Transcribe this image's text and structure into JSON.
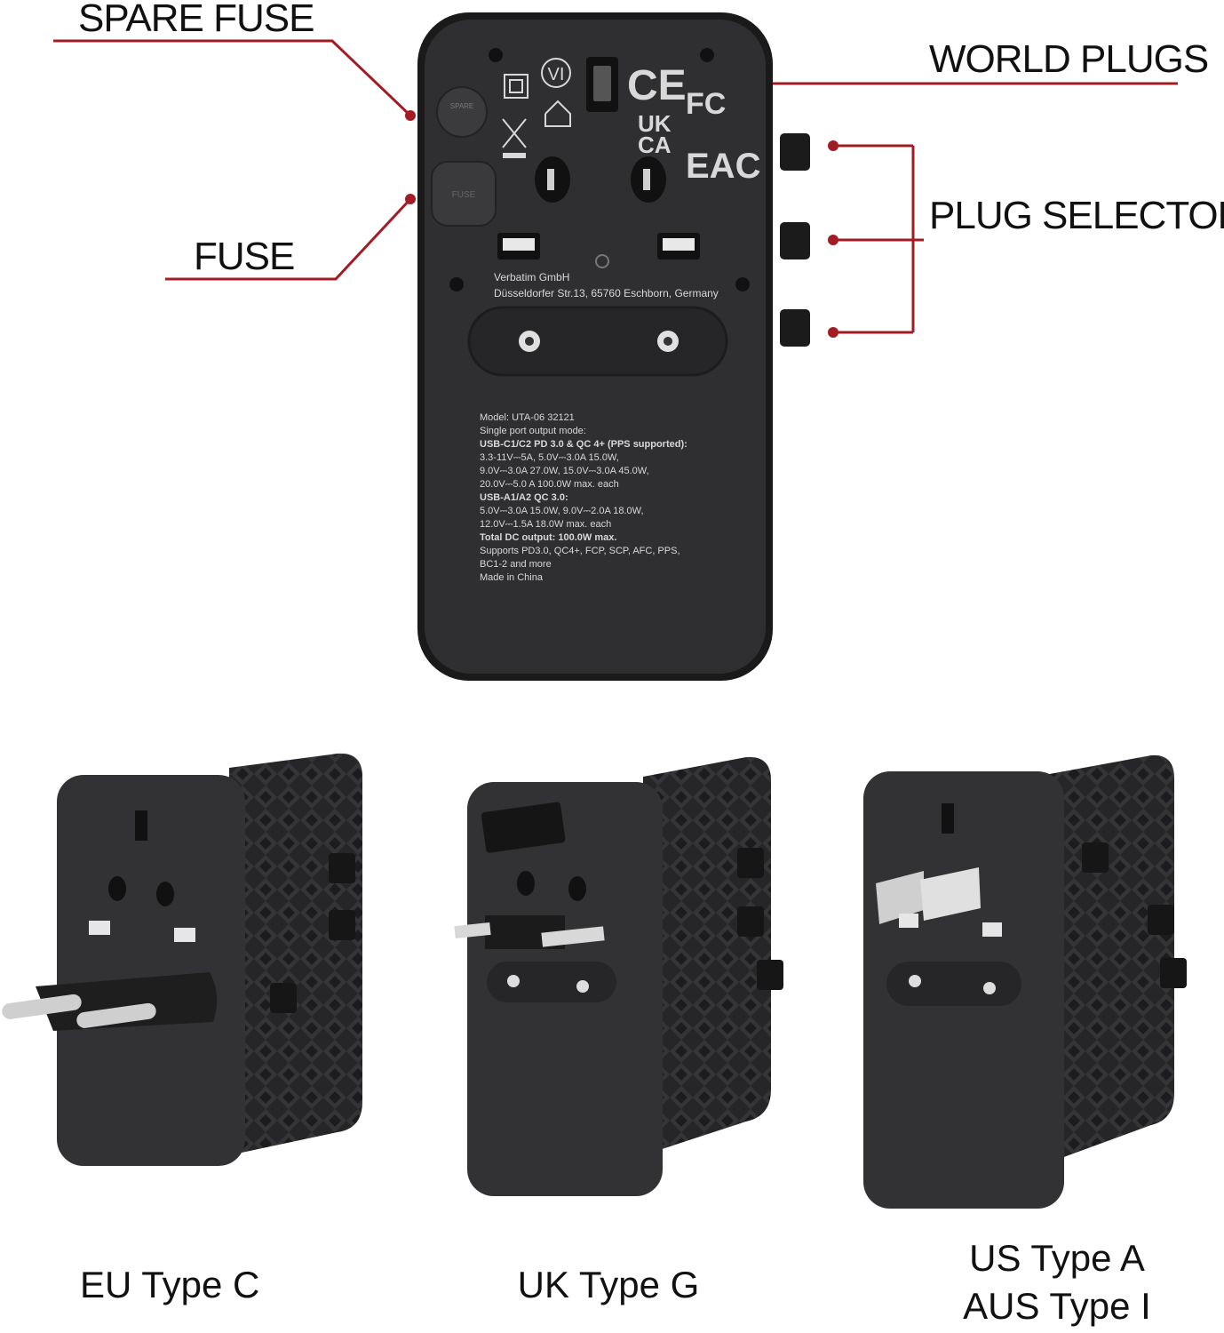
{
  "labels": {
    "spare_fuse": "SPARE FUSE",
    "fuse": "FUSE",
    "world_plugs": "WORLD PLUGS",
    "plug_selectors": "PLUG SELECTORS"
  },
  "accent_color": "#a31c24",
  "device": {
    "marks": {
      "vi": "VI",
      "ce": "CE",
      "fc": "FC",
      "ukca_top": "UK",
      "ukca_bottom": "CA",
      "eac": "EAC",
      "spare": "SPARE",
      "fuse": "FUSE"
    },
    "maker": "Verbatim GmbH",
    "address": "Düsseldorfer Str.13, 65760 Eschborn, Germany",
    "spec_lines": [
      "Model: UTA-06 32121",
      "Single port output mode:",
      "USB-C1/C2 PD 3.0 & QC 4+ (PPS supported):",
      "3.3-11V⎓5A, 5.0V⎓3.0A 15.0W,",
      "9.0V⎓3.0A 27.0W, 15.0V⎓3.0A 45.0W,",
      "20.0V⎓5.0 A 100.0W max. each",
      "USB-A1/A2 QC 3.0:",
      "5.0V⎓3.0A 15.0W, 9.0V⎓2.0A 18.0W,",
      "12.0V⎓1.5A 18.0W max. each",
      "Total DC output: 100.0W max.",
      "Supports PD3.0, QC4+, FCP, SCP, AFC, PPS,",
      "BC1-2 and more",
      "Made in China"
    ]
  },
  "variants": [
    {
      "caption": "EU Type C"
    },
    {
      "caption": "UK Type G"
    },
    {
      "caption": "US Type A",
      "caption_line2": "AUS Type I"
    }
  ]
}
